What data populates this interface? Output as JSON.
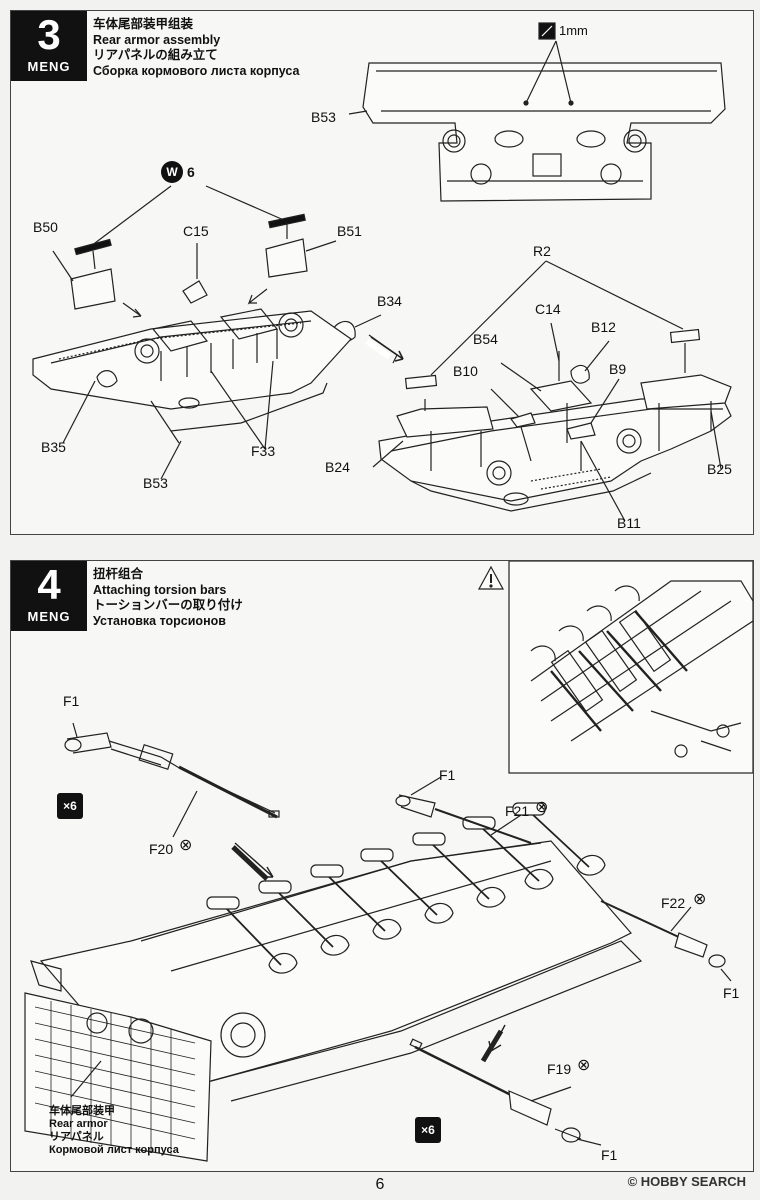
{
  "step3": {
    "number": "3",
    "brand": "MENG",
    "title_cn": "车体尾部装甲组装",
    "title_en": "Rear armor assembly",
    "title_jp": "リアパネルの組み立て",
    "title_ru": "Сборка кормового листа корпуса",
    "drill_label": "1mm",
    "glue_count": "6",
    "labels": {
      "b53_top": "B53",
      "b50": "B50",
      "c15": "C15",
      "b51": "B51",
      "b34": "B34",
      "b35": "B35",
      "f33": "F33",
      "b53_bottom": "B53",
      "r2": "R2",
      "c14": "C14",
      "b12": "B12",
      "b54": "B54",
      "b10": "B10",
      "b9": "B9",
      "b24": "B24",
      "b25": "B25",
      "b11": "B11"
    }
  },
  "step4": {
    "number": "4",
    "brand": "MENG",
    "title_cn": "扭杆组合",
    "title_en": "Attaching torsion bars",
    "title_jp": "トーションバーの取り付け",
    "title_ru": "Установка торсионов",
    "labels": {
      "f1_a": "F1",
      "f20": "F20",
      "f1_b": "F1",
      "f21": "F21",
      "f22": "F22",
      "f1_c": "F1",
      "f19": "F19",
      "f1_d": "F1"
    },
    "multiplier_a": "×6",
    "multiplier_b": "×6",
    "rear_cn": "车体尾部装甲",
    "rear_en": "Rear armor",
    "rear_jp": "リアパネル",
    "rear_ru": "Кормовой лист корпуса"
  },
  "page_number": "6",
  "watermark": "© HOBBY SEARCH"
}
